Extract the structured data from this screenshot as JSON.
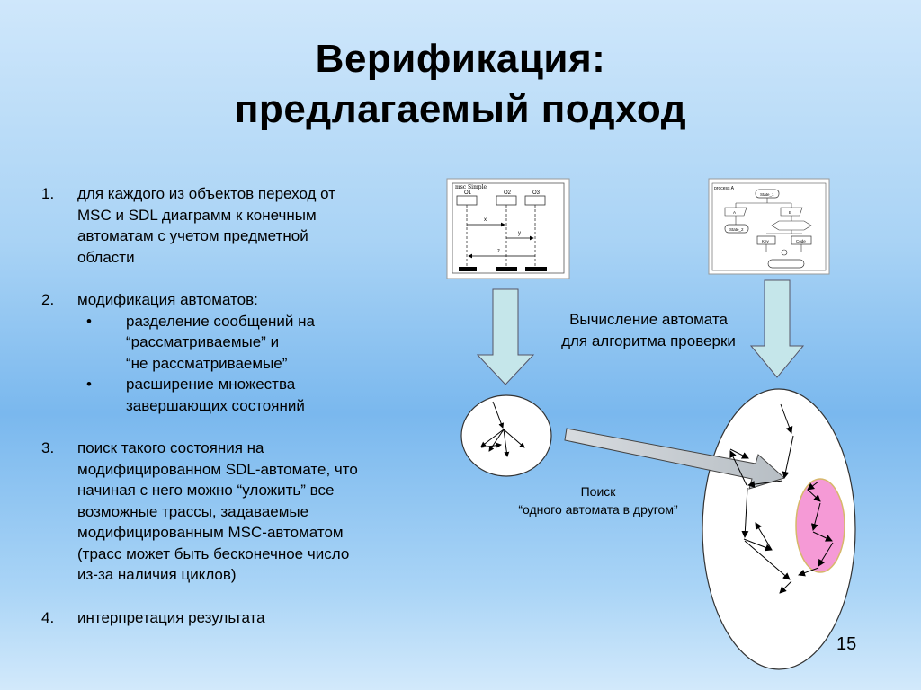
{
  "slide": {
    "title_line1": "Верификация:",
    "title_line2": "предлагаемый подход",
    "page_number": "15"
  },
  "list": {
    "item1": {
      "num": "1.",
      "text_lines": [
        "для каждого из объектов переход от",
        "MSC и SDL диаграмм к конечным",
        "автоматам с учетом предметной",
        "области"
      ]
    },
    "item2": {
      "num": "2.",
      "text": " модификация автоматов:",
      "bullet": "•",
      "sub1_lines": [
        "разделение сообщений на",
        "“рассматриваемые” и",
        "“не рассматриваемые”"
      ],
      "sub2_lines": [
        "расширение множества",
        "завершающих состояний"
      ]
    },
    "item3": {
      "num": "3.",
      "text_lines": [
        "поиск такого состояния на",
        "модифицированном SDL-автомате, что",
        "начиная с него можно “уложить” все",
        "возможные трассы, задаваемые",
        "модифицированным MSC-автоматом",
        "(трасс может быть бесконечное число",
        "из-за наличия циклов)"
      ]
    },
    "item4": {
      "num": "4.",
      "text": " интерпретация результата"
    }
  },
  "captions": {
    "compute_line1": "Вычисление автомата",
    "compute_line2": "для алгоритма проверки",
    "search_line1": "Поиск",
    "search_line2": "“одного автомата в другом”"
  },
  "msc_thumb": {
    "header": "msc Simple",
    "instances": [
      "O1",
      "O2",
      "O3"
    ],
    "messages": [
      "x",
      "y",
      "z"
    ]
  },
  "sdl_thumb": {
    "header": "process A",
    "states": [
      "State_1",
      "A",
      "B",
      "State_2",
      "Key",
      "Code"
    ]
  },
  "colors": {
    "arrow_fill": "#c5e6ea",
    "highlight_fill": "#f59ad6",
    "highlight_stroke": "#d6b86a",
    "big_arrow_fill": "#c9cfd4"
  }
}
